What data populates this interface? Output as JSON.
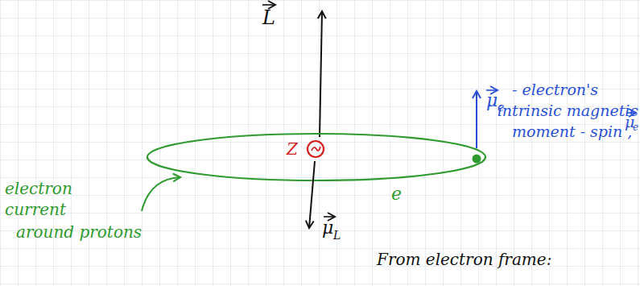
{
  "diagram": {
    "labels": [
      "L",
      "Z",
      "μ",
      "L",
      "μ",
      "e",
      "- electron's",
      "intrinsic magnetic",
      "moment - spin ,",
      "μ",
      "e",
      "e",
      "electron",
      "current",
      "around protons",
      "From electron frame:"
    ]
  }
}
